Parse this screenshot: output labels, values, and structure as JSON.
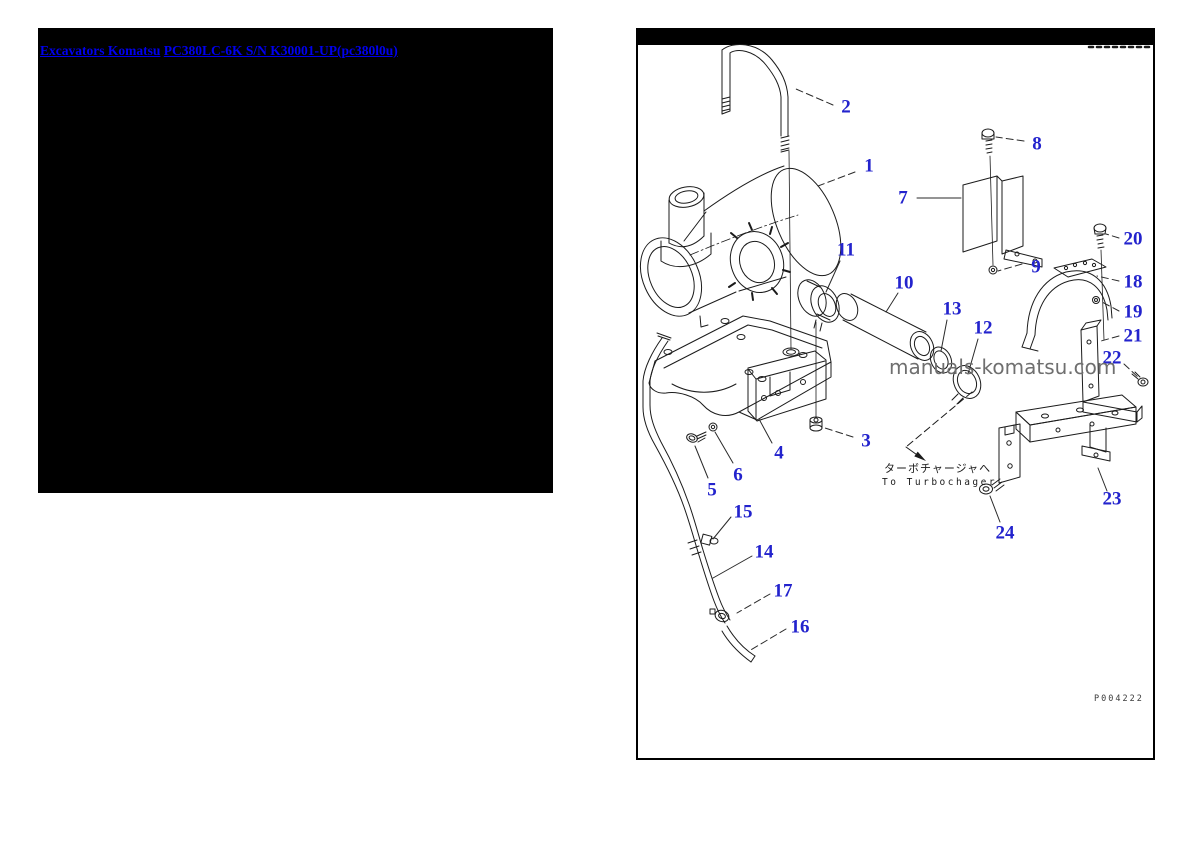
{
  "breadcrumb": {
    "category_link": "Excavators Komatsu",
    "model_link": "PC380LC-6K S/N K30001-UP(pc380l0u)"
  },
  "diagram": {
    "watermark": "manuals-komatsu.com",
    "figure_number": "P004222",
    "to_turbocharger_jp": "ターボチャージャへ",
    "to_turbocharger_en": "To Turbochager",
    "callouts": [
      "1",
      "2",
      "3",
      "4",
      "5",
      "6",
      "7",
      "8",
      "9",
      "10",
      "11",
      "12",
      "13",
      "14",
      "15",
      "16",
      "17",
      "18",
      "19",
      "20",
      "21",
      "22",
      "23",
      "24"
    ]
  },
  "colors": {
    "link_blue": "#0000ee",
    "callout_blue": "#2323cd",
    "line_black": "#1b1b1b",
    "watermark_gray": "#6f6f6f"
  }
}
